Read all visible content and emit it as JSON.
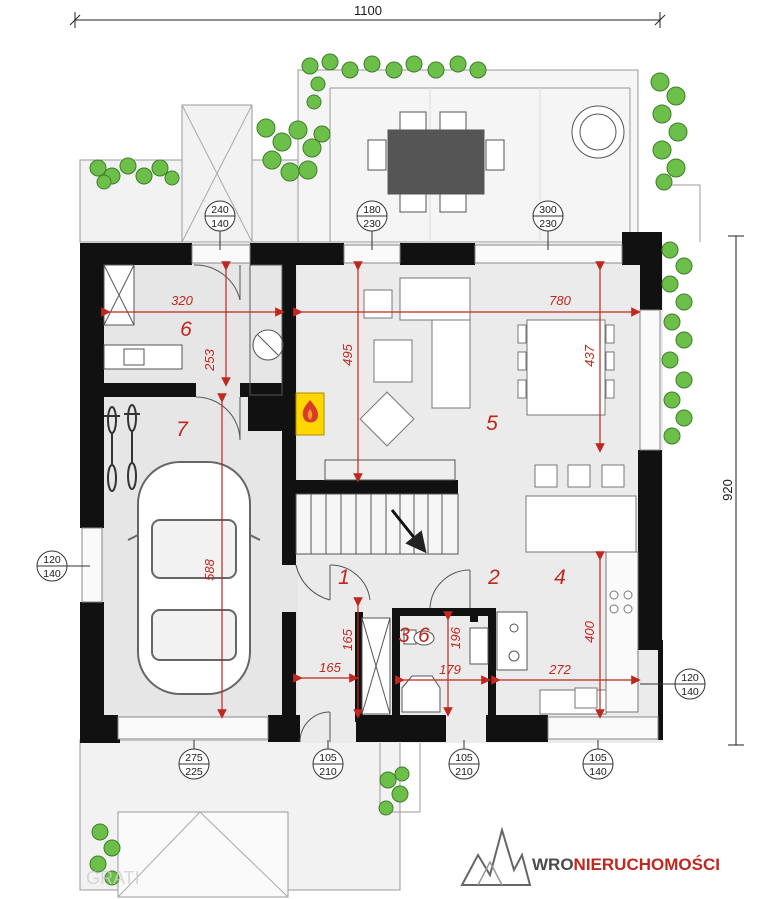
{
  "overall_dims": {
    "width": "1100",
    "height": "920"
  },
  "rooms": [
    {
      "id": "room-1",
      "label": "1"
    },
    {
      "id": "room-2",
      "label": "2"
    },
    {
      "id": "room-3",
      "label": "3"
    },
    {
      "id": "room-4",
      "label": "4"
    },
    {
      "id": "room-5",
      "label": "5"
    },
    {
      "id": "room-6",
      "label": "6"
    },
    {
      "id": "room-7",
      "label": "7"
    }
  ],
  "window_labels": {
    "w_240_140": {
      "top": "240",
      "bottom": "140"
    },
    "w_180_230": {
      "top": "180",
      "bottom": "230"
    },
    "w_300_230": {
      "top": "300",
      "bottom": "230"
    },
    "w_120_140_left": {
      "top": "120",
      "bottom": "140"
    },
    "w_120_140_right": {
      "top": "120",
      "bottom": "140"
    },
    "w_275_225": {
      "top": "275",
      "bottom": "225"
    },
    "w_105_210_a": {
      "top": "105",
      "bottom": "210"
    },
    "w_105_210_b": {
      "top": "105",
      "bottom": "210"
    },
    "w_105_140": {
      "top": "105",
      "bottom": "140"
    }
  },
  "inner_dims": {
    "d320": "320",
    "d780": "780",
    "d495": "495",
    "d437": "437",
    "d253": "253",
    "d588": "588",
    "d165h": "165",
    "d165v": "165",
    "d179": "179",
    "d196": "196",
    "d272": "272",
    "d400": "400",
    "d36": "6"
  },
  "logo": {
    "part1": "WRO",
    "part2": "NIERUCHOMOŚCI"
  },
  "watermark": "GRATI",
  "colors": {
    "wall": "#111111",
    "floor": "#e6e6e6",
    "dim_red": "#c0271f",
    "plant": "#6cc04a"
  },
  "icons": {
    "fireplace": "fire-icon",
    "car": "car-icon",
    "bikes": "bicycle-icon"
  }
}
